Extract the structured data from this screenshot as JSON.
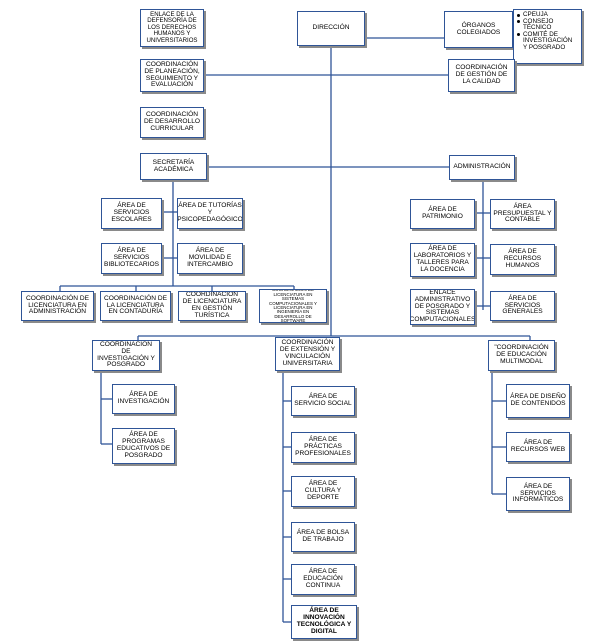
{
  "org_chart": {
    "direccion": "DIRECCIÓN",
    "enlace_defensoria": "ENLACE DE LA DEFENSORÍA DE LOS DERECHOS HUMANOS Y UNIVERSITARIOS",
    "coord_planeacion": "COORDINACIÓN DE PLANEACIÓN, SEGUIMIENTO Y EVALUACIÓN",
    "coord_desarrollo_curricular": "COORDINACIÓN DE DESARROLLO CURRICULAR",
    "organos_colegiados": "ÓRGANOS COLEGIADOS",
    "organos_list": [
      "CPEUJA",
      "CONSEJO TÉCNICO",
      "COMITÉ DE INVESTIGACIÓN Y POSGRADO"
    ],
    "coord_gestion_calidad": "COORDINACIÓN DE GESTIÓN DE LA CALIDAD",
    "secretaria_academica": "SECRETARÍA ACADÉMICA",
    "administracion": "ADMINISTRACIÓN",
    "area_servicios_escolares": "ÁREA DE SERVICIOS ESCOLARES",
    "area_tutorias": "ÁREA DE TUTORÍAS Y PSICOPEDAGÓGICO",
    "area_servicios_bibliotecarios": "ÁREA DE SERVICIOS BIBLIOTECARIOS",
    "area_movilidad": "ÁREA DE MOVILIDAD E INTERCAMBIO",
    "coord_lic_administracion": "COORDINACIÓN DE LICENCIATURA EN ADMINISTRACIÓN",
    "coord_lic_contaduria": "COORDINACIÓN DE LA LICENCIATURA EN CONTADURÍA",
    "coord_lic_gestion_turistica": "COORDINACIÓN DE LICENCIATURA EN GESTIÓN TURÍSTICA",
    "coord_lic_sistemas": "COORDINACIÓN DE LICENCIATURA EN SISTEMAS COMPUTACIONALES Y LICENCIATURA EN INGENIERÍA EN DESARROLLO DE SOFTWARE",
    "area_patrimonio": "ÁREA DE PATRIMONIO",
    "area_presupuestal": "ÁREA PRESUPUESTAL Y CONTABLE",
    "area_laboratorios": "ÁREA DE LABORATORIOS Y TALLERES PARA LA DOCENCIA",
    "area_recursos_humanos": "ÁREA DE RECURSOS HUMANOS",
    "enlace_administrativo": "ENLACE ADMINISTRATIVO DE POSGRADO Y SISTEMAS COMPUTACIONALES",
    "area_servicios_generales": "ÁREA DE SERVICIOS GENERALES",
    "coord_investigacion": "COORDINACIÓN DE INVESTIGACIÓN Y POSGRADO",
    "area_investigacion": "ÁREA DE INVESTIGACIÓN",
    "area_programas_posgrado": "ÁREA DE PROGRAMAS EDUCATIVOS DE POSGRADO",
    "coord_extension": "COORDINACIÓN DE EXTENSIÓN Y VINCULACIÓN UNIVERSITARIA",
    "area_servicio_social": "ÁREA DE SERVICIO SOCIAL",
    "area_practicas": "ÁREA DE PRÁCTICAS PROFESIONALES",
    "area_cultura": "ÁREA DE CULTURA Y DEPORTE",
    "area_bolsa_trabajo": "ÁREA DE BOLSA DE TRABAJO",
    "area_educacion_continua": "ÁREA DE EDUCACIÓN CONTINUA",
    "area_innovacion": "ÁREA DE INNOVACIÓN TECNOLÓGICA Y DIGITAL",
    "coord_educacion_multimodal": "\"COORDINACIÓN DE EDUCACIÓN MULTIMODAL",
    "area_diseno_contenidos": "ÁREA DE DISEÑO DE CONTENIDOS",
    "area_recursos_web": "ÁREA DE RECURSOS WEB",
    "area_servicios_informaticos": "ÁREA DE SERVICIOS INFORMÁTICOS"
  },
  "colors": {
    "box_border": "#2f5597",
    "connector": "#2f5597",
    "shadow": "#8a8a8a"
  }
}
